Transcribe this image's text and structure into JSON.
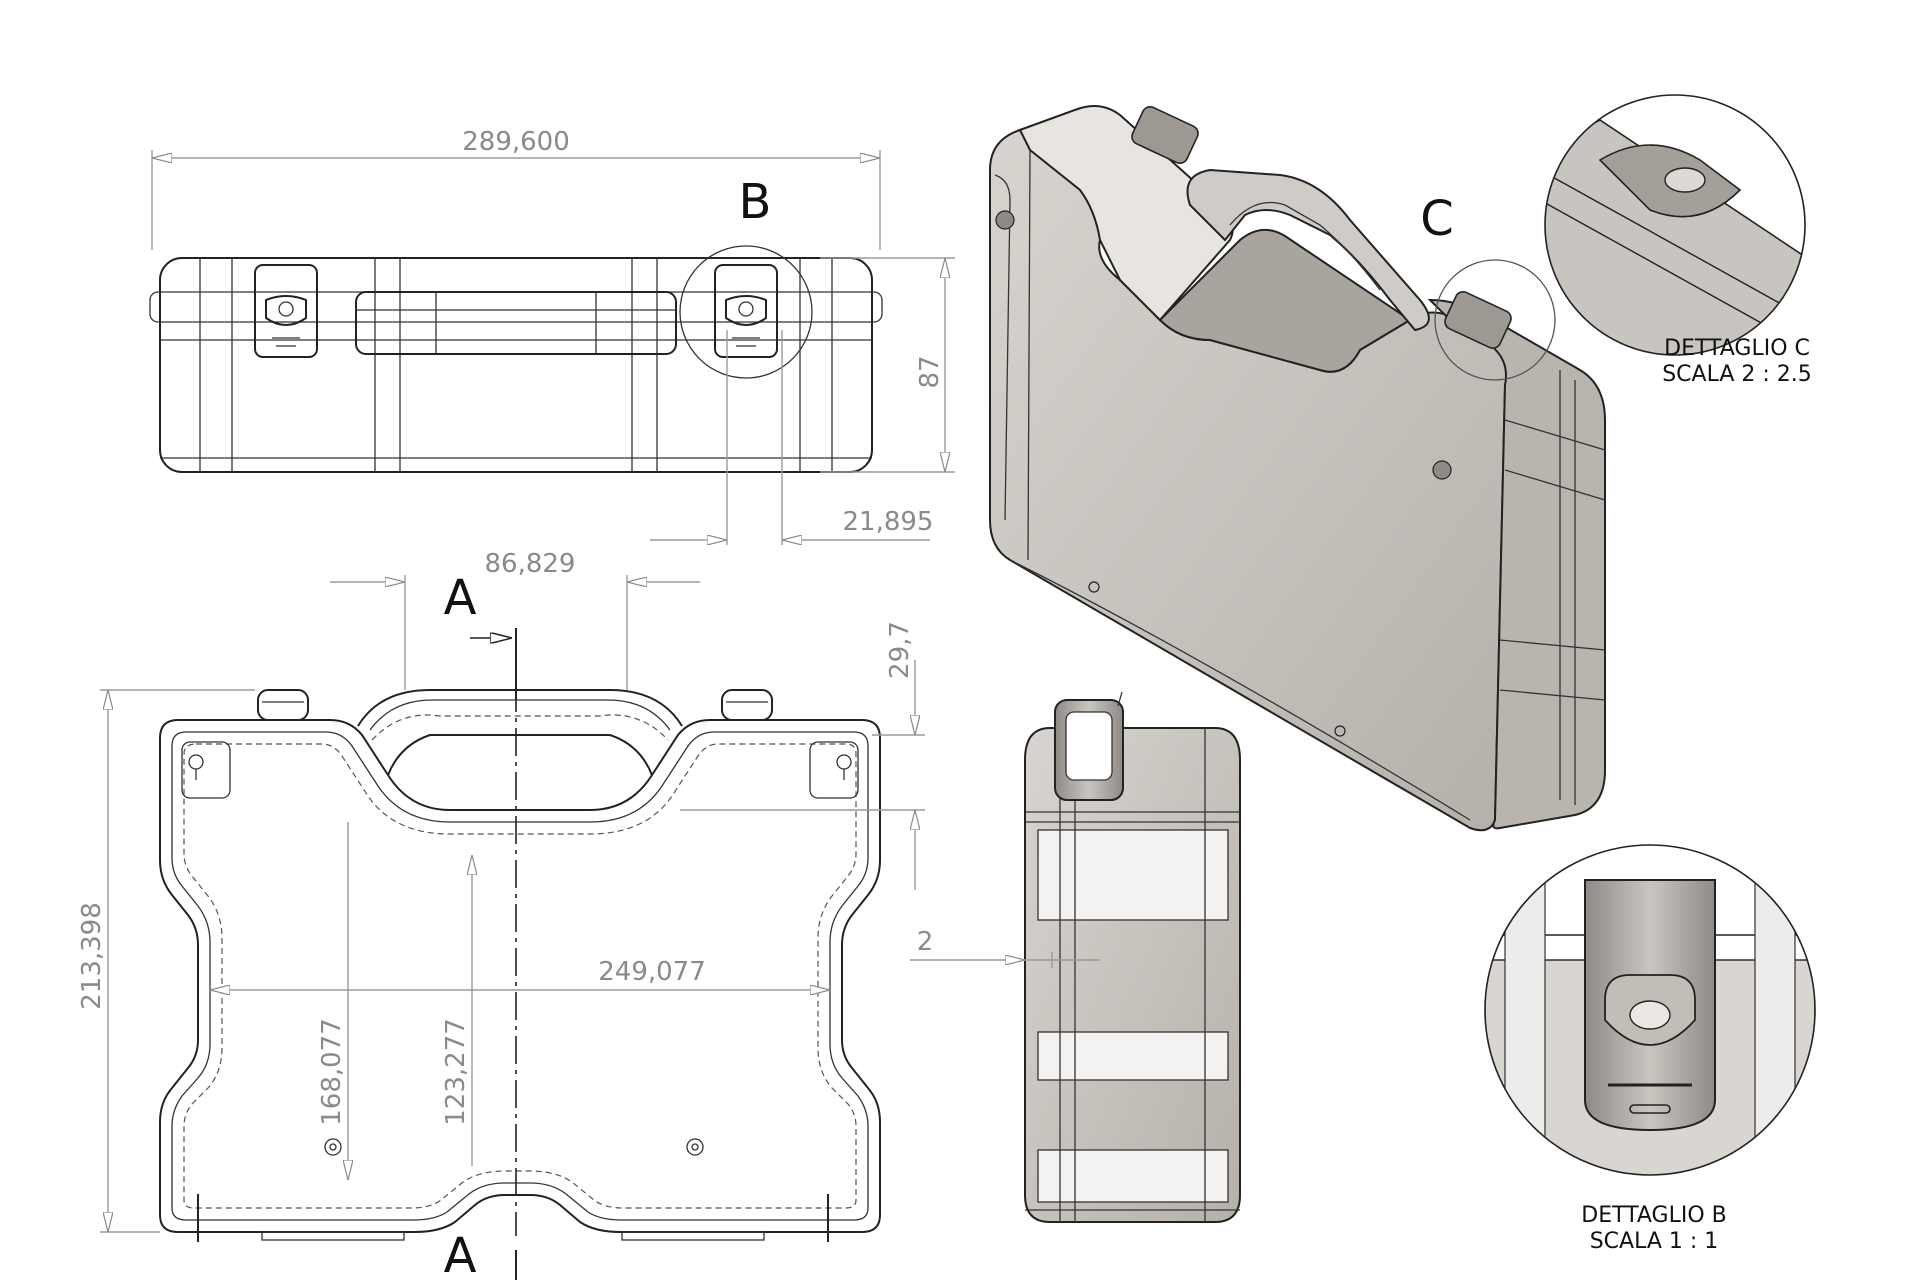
{
  "drawing": {
    "dimensions": {
      "overall_width": "289,600",
      "height_front": "87",
      "latch_offset": "21,895",
      "handle_width": "86,829",
      "handle_height": "29,7",
      "overall_height": "213,398",
      "inner_width": "249,077",
      "height_168": "168,077",
      "height_123": "123,277",
      "wall": "2"
    },
    "labels": {
      "detail_b": "B",
      "detail_c": "C",
      "section_top": "A",
      "section_bottom": "A"
    },
    "captions": {
      "detail_c_title": "DETTAGLIO C",
      "detail_c_scale": "SCALA 2 : 2.5",
      "detail_b_title": "DETTAGLIO B",
      "detail_b_scale": "SCALA 1 : 1"
    }
  }
}
